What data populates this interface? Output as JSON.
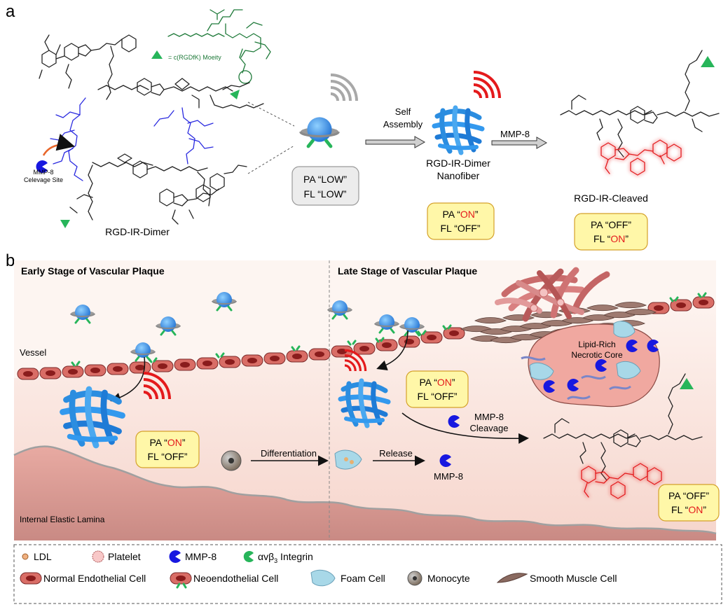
{
  "panel_a": {
    "label": "a",
    "legend_moiety": "= c(RGDfK) Moeity",
    "mmp8_site": [
      "MMP-8",
      "Celevage Site"
    ],
    "dimer_name": "RGD-IR-Dimer",
    "self_assembly": [
      "Self",
      "Assembly"
    ],
    "nanofiber_name": [
      "RGD-IR-Dimer",
      "Nanofiber"
    ],
    "mmp8": "MMP-8",
    "cleaved_name": "RGD-IR-Cleaved",
    "box_low": {
      "pa": "PA “LOW”",
      "fl": "FL “LOW”"
    },
    "box_nanofiber": {
      "pa_pre": "PA “",
      "pa_on": "ON",
      "pa_post": "”",
      "fl": "FL “OFF”"
    },
    "box_cleaved": {
      "pa": "PA “OFF”",
      "fl_pre": "FL “",
      "fl_on": "ON",
      "fl_post": "”"
    }
  },
  "panel_b": {
    "label": "b",
    "early_title": "Early Stage of Vascular Plaque",
    "late_title": "Late Stage of Vascular Plaque",
    "vessel": "Vessel",
    "lipid_core": [
      "Lipid-Rich",
      "Necrotic Core"
    ],
    "box_early": {
      "pa_pre": "PA “",
      "pa_on": "ON",
      "pa_post": "”",
      "fl": "FL “OFF”"
    },
    "box_late": {
      "pa_pre": "PA “",
      "pa_on": "ON",
      "pa_post": "”",
      "fl": "FL “OFF”"
    },
    "mmp8_cleavage": [
      "MMP-8",
      "Cleavage"
    ],
    "differentiation": "Differentiation",
    "release": "Release",
    "mmp8": "MMP-8",
    "lamina": "Internal Elastic Lamina",
    "box_final": {
      "pa": "PA “OFF”",
      "fl_pre": "FL “",
      "fl_on": "ON",
      "fl_post": "”"
    }
  },
  "legend": {
    "ldl": "LDL",
    "platelet": "Platelet",
    "mmp8": "MMP-8",
    "integrin_pre": "αvβ",
    "integrin_sub": "3",
    "integrin_post": " Integrin",
    "normal_ec": "Normal  Endothelial Cell",
    "neo_ec": "Neoendothelial Cell",
    "foam": "Foam Cell",
    "monocyte": "Monocyte",
    "smc": "Smooth Muscle Cell"
  },
  "colors": {
    "on_red": "#e41a1c",
    "box_yellow": "#fff7a8",
    "probe_blue": "#2b8de0",
    "green": "#27b55a"
  }
}
